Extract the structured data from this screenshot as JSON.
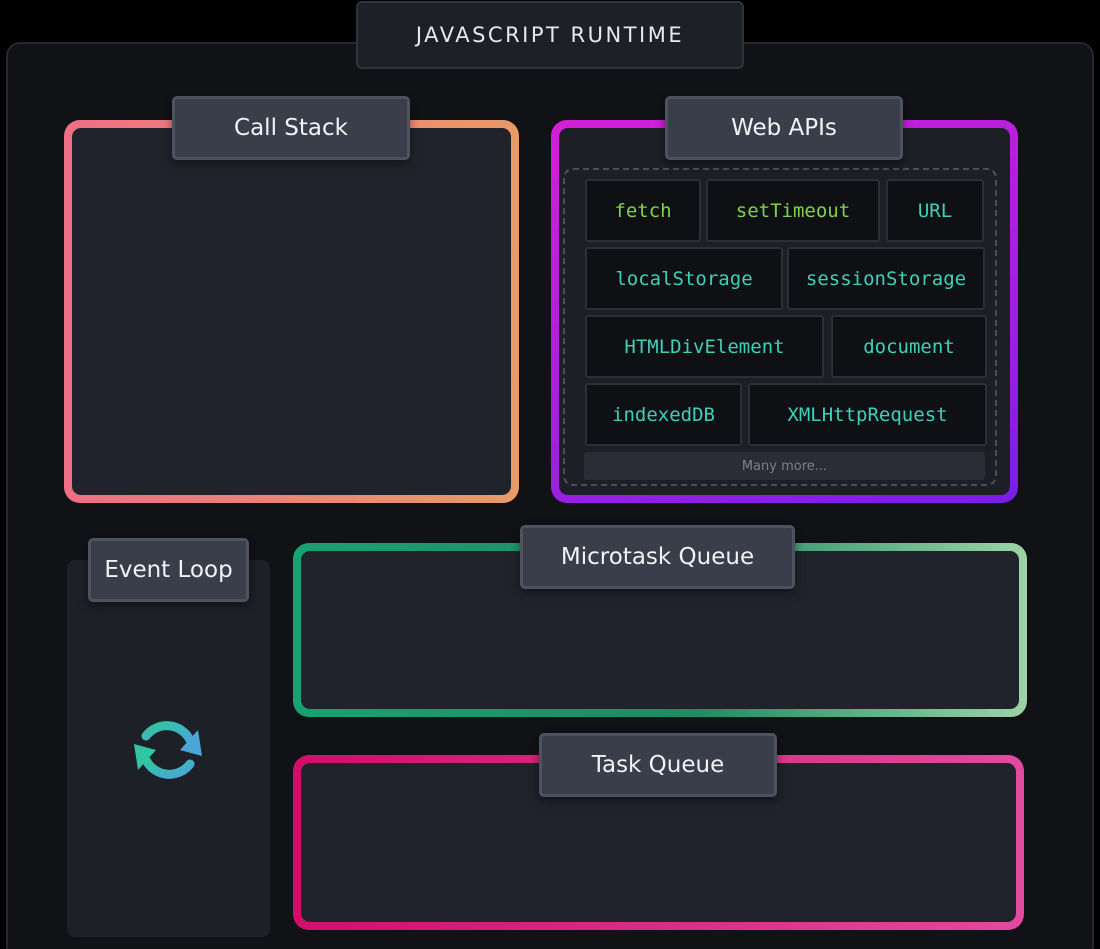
{
  "runtime": {
    "title": "JAVASCRIPT RUNTIME"
  },
  "call_stack": {
    "label": "Call Stack"
  },
  "web_apis": {
    "label": "Web APIs",
    "items": [
      {
        "text": "fetch",
        "color": "#7fd34a"
      },
      {
        "text": "setTimeout",
        "color": "#7fd34a"
      },
      {
        "text": "URL",
        "color": "#3ed1b8"
      },
      {
        "text": "localStorage",
        "color": "#3ed1b8"
      },
      {
        "text": "sessionStorage",
        "color": "#3ed1b8"
      },
      {
        "text": "HTMLDivElement",
        "color": "#3ed1b8"
      },
      {
        "text": "document",
        "color": "#3ed1b8"
      },
      {
        "text": "indexedDB",
        "color": "#3ed1b8"
      },
      {
        "text": "XMLHttpRequest",
        "color": "#3ed1b8"
      }
    ],
    "more": "Many more..."
  },
  "event_loop": {
    "label": "Event Loop",
    "icon": "refresh-icon"
  },
  "microtask_queue": {
    "label": "Microtask Queue"
  },
  "task_queue": {
    "label": "Task Queue"
  },
  "colors": {
    "call_stack_gradient": [
      "#ef6f86",
      "#e99a66"
    ],
    "web_apis_gradient": [
      "#d41fd8",
      "#7a1ee8"
    ],
    "microtask_gradient": [
      "#18a271",
      "#9cd3a6"
    ],
    "task_gradient": [
      "#d30e6a",
      "#e24a9f"
    ]
  }
}
